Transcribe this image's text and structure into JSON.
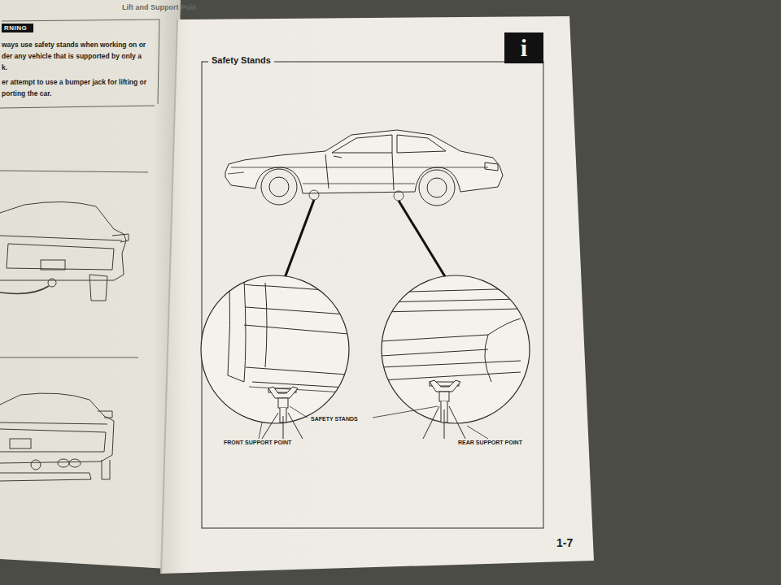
{
  "diagram": {
    "title": "Safety Stands",
    "nodes": [
      {
        "text": [
          "RNING"
        ]
      },
      {
        "text": [
          "i"
        ]
      }
    ],
    "labels": [
      "Lift and Support Poin",
      "ways use safety stands when working on or",
      "der any vehicle that is supported by only a",
      "k.",
      "er attempt to use a bumper jack for lifting or",
      "porting the car.",
      "FRONT SUPPORT POINT",
      "SAFETY STANDS",
      "REAR SUPPORT POINT",
      "1-7"
    ]
  }
}
